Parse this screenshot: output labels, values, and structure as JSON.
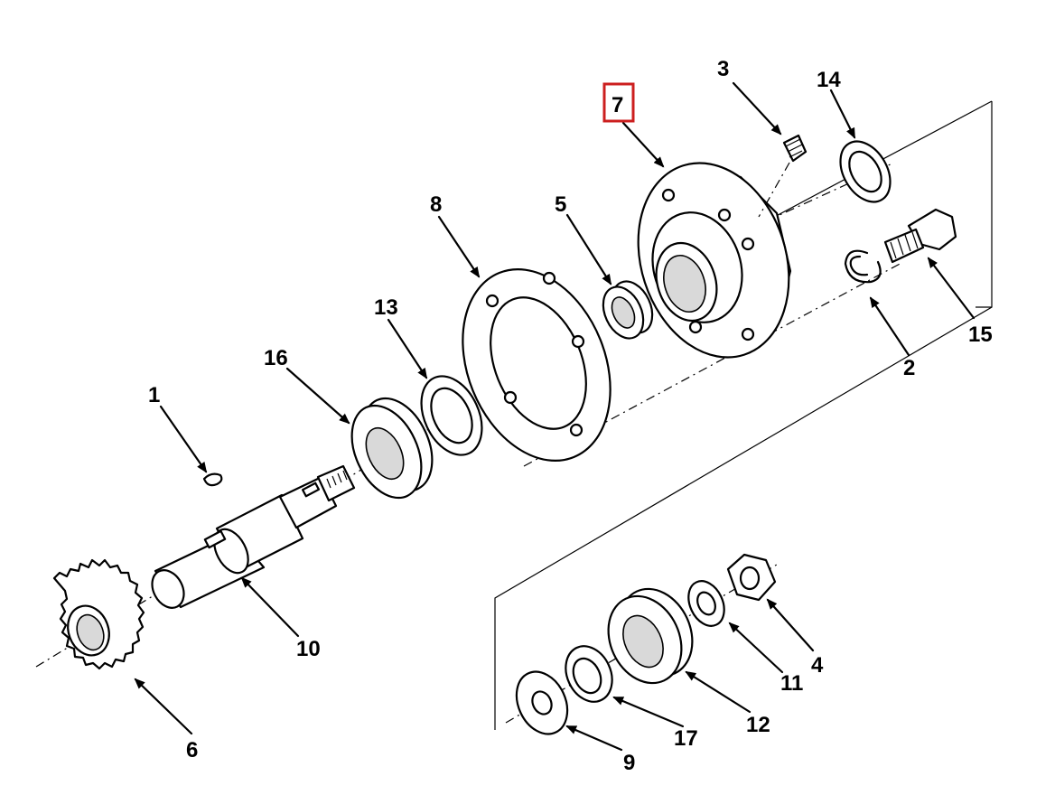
{
  "diagram": {
    "highlight_color": "#cc1f1f",
    "callouts": {
      "c1": "1",
      "c2": "2",
      "c3": "3",
      "c4": "4",
      "c5": "5",
      "c6": "6",
      "c7": "7",
      "c8": "8",
      "c9": "9",
      "c10": "10",
      "c11": "11",
      "c12": "12",
      "c13": "13",
      "c14": "14",
      "c15": "15",
      "c16": "16",
      "c17": "17"
    },
    "highlighted_callout": "7"
  }
}
